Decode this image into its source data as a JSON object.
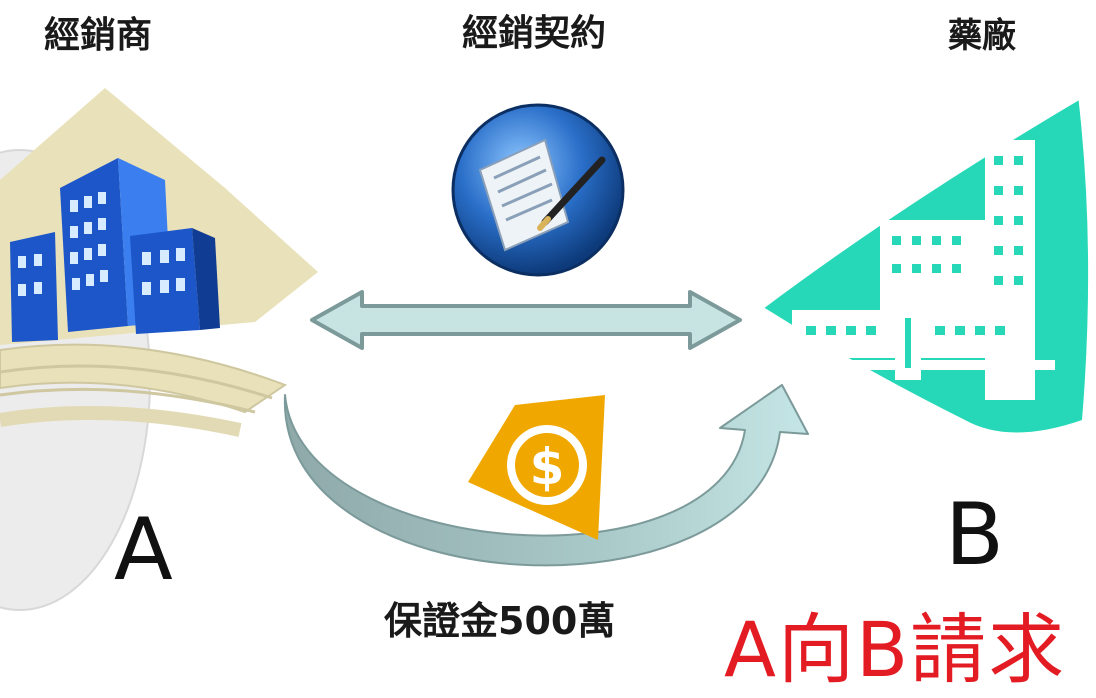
{
  "labels": {
    "distributor": "經銷商",
    "contract": "經銷契約",
    "pharma": "藥廠",
    "party_a": "A",
    "party_b": "B",
    "deposit": "保證金500萬",
    "claim": "A向B請求"
  },
  "icons": {
    "distributor": "office-buildings-icon",
    "contract": "signed-contract-icon",
    "pharma": "factory-icon",
    "deposit": "dollar-coin-icon"
  },
  "colors": {
    "building_blue": "#2f6fe8",
    "beige_backdrop": "#e9e1b9",
    "factory_teal": "#26d8b7",
    "arrow_fill": "#c8e4e2",
    "arrow_stroke": "#7c9a9a",
    "coin_orange": "#f0a800",
    "claim_red": "#e31b23"
  }
}
